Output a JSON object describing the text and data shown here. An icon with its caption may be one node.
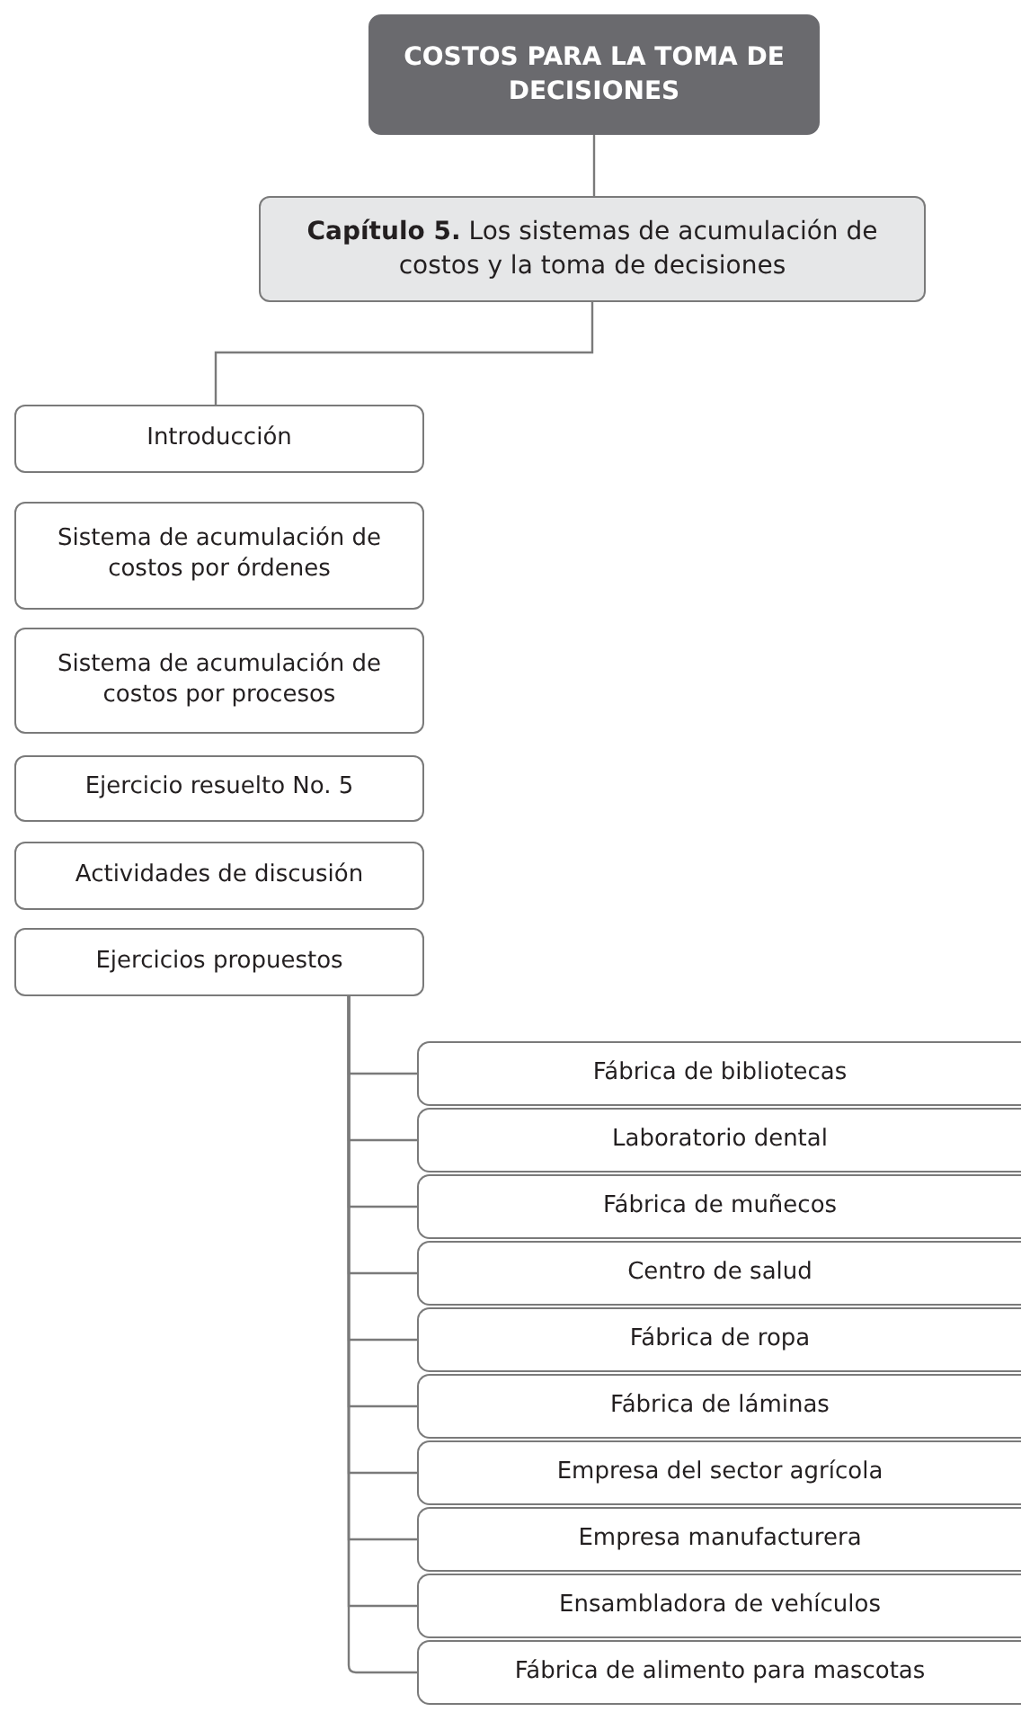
{
  "diagram": {
    "nodes": [
      {
        "text": [
          "COSTOS PARA LA TOMA DE DECISIONES"
        ]
      },
      {
        "text": [
          "**Capítulo 5.** Los sistemas de acumulación de costos y la toma de decisiones"
        ]
      },
      {
        "text": [
          "Introducción"
        ]
      },
      {
        "text": [
          "Sistema de acumulación de costos por órdenes"
        ]
      },
      {
        "text": [
          "Sistema de acumulación de costos por procesos"
        ]
      },
      {
        "text": [
          "Ejercicio resuelto No. 5"
        ]
      },
      {
        "text": [
          "Actividades de discusión"
        ]
      },
      {
        "text": [
          "Ejercicios propuestos"
        ]
      },
      {
        "text": [
          "Fábrica de bibliotecas"
        ]
      },
      {
        "text": [
          "Laboratorio dental"
        ]
      },
      {
        "text": [
          "Fábrica de muñecos"
        ]
      },
      {
        "text": [
          "Centro de salud"
        ]
      },
      {
        "text": [
          "Fábrica de ropa"
        ]
      },
      {
        "text": [
          "Fábrica de láminas"
        ]
      },
      {
        "text": [
          "Empresa del sector agrícola"
        ]
      },
      {
        "text": [
          "Empresa manufacturera"
        ]
      },
      {
        "text": [
          "Ensambladora de vehículos"
        ]
      },
      {
        "text": [
          "Fábrica de alimento para mascotas"
        ]
      }
    ],
    "edges": [
      {
        "from": 0,
        "to": 1,
        "arrow": "none"
      },
      {
        "from": 1,
        "to": 2,
        "arrow": "none"
      },
      {
        "from": 7,
        "to": 8,
        "arrow": "none"
      },
      {
        "from": 7,
        "to": 9,
        "arrow": "none"
      },
      {
        "from": 7,
        "to": 10,
        "arrow": "none"
      },
      {
        "from": 7,
        "to": 11,
        "arrow": "none"
      },
      {
        "from": 7,
        "to": 12,
        "arrow": "none"
      },
      {
        "from": 7,
        "to": 13,
        "arrow": "none"
      },
      {
        "from": 7,
        "to": 14,
        "arrow": "none"
      },
      {
        "from": 7,
        "to": 15,
        "arrow": "none"
      },
      {
        "from": 7,
        "to": 16,
        "arrow": "none"
      },
      {
        "from": 7,
        "to": 17,
        "arrow": "none"
      }
    ]
  }
}
